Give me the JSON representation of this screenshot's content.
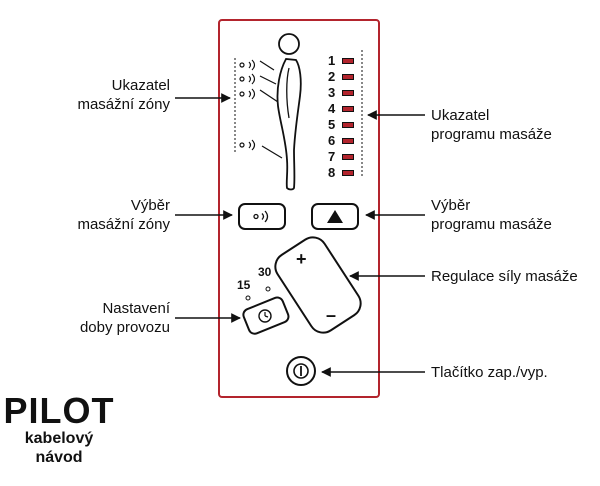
{
  "labels": {
    "zone_indicator": [
      "Ukazatel",
      "masážní zóny"
    ],
    "program_indicator": [
      "Ukazatel",
      "programu masáže"
    ],
    "zone_select": [
      "Výběr",
      "masážní zóny"
    ],
    "program_select": [
      "Výběr",
      "programu masáže"
    ],
    "intensity": "Regulace síly masáže",
    "timer": [
      "Nastavení",
      "doby provozu"
    ],
    "power": "Tlačítko zap./vyp."
  },
  "programs": [
    "1",
    "2",
    "3",
    "4",
    "5",
    "6",
    "7",
    "8"
  ],
  "timer_values": [
    "15",
    "30"
  ],
  "intensity_symbols": {
    "plus": "+",
    "minus": "–"
  },
  "brand": {
    "title": "PILOT",
    "sub1": "kabelový",
    "sub2": "návod"
  },
  "colors": {
    "accent": "#b3242d",
    "ink": "#111111"
  },
  "icons": {
    "zone_button": "wave-signal-icon",
    "program_button": "triangle-up-icon",
    "timer_button": "clock-icon",
    "power_button": "power-icon"
  }
}
